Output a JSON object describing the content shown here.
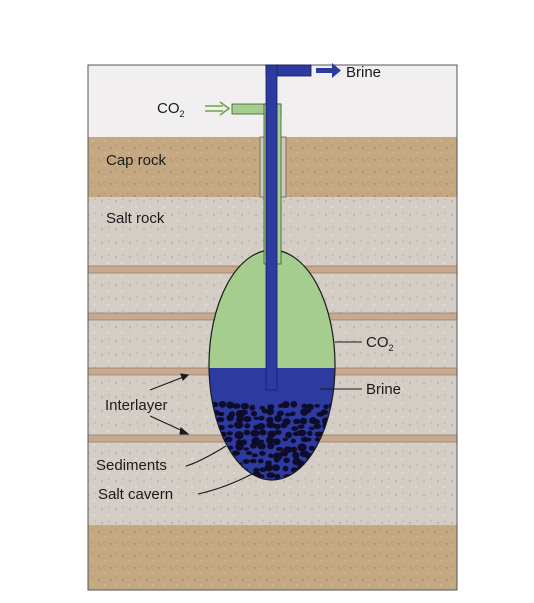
{
  "diagram": {
    "outlet_label": "Brine",
    "inlet_label_main": "CO",
    "inlet_label_sub": "2",
    "cap_rock_label": "Cap rock",
    "salt_rock_label": "Salt rock",
    "co2_label_main": "CO",
    "co2_label_sub": "2",
    "brine_label": "Brine",
    "interlayer_label": "Interlayer",
    "sediments_label": "Sediments",
    "salt_cavern_label": "Salt cavern"
  },
  "colors": {
    "sky": "#f1efef",
    "cap_rock": "#c4a882",
    "salt_rock": "#d3cdc6",
    "interlayer": "#c7a98f",
    "co2_gas": "#a4cd8e",
    "brine": "#2d3a9f",
    "pipe_outlet": "#2d3a9f",
    "pipe_inlet": "#a4cd8e",
    "sediment": "#0d0d2b"
  }
}
